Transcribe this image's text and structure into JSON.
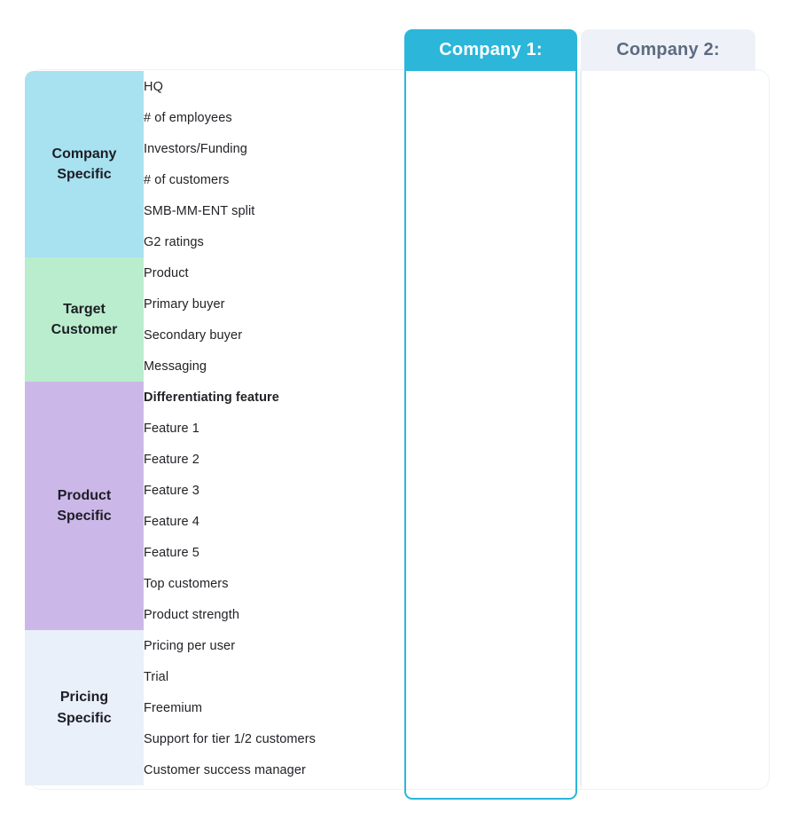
{
  "columns": {
    "company_1": {
      "label": "Company 1:",
      "accent": "#2bb6da",
      "text_color": "#ffffff",
      "selected": true
    },
    "company_2": {
      "label": "Company 2:",
      "accent": "#eef2f8",
      "text_color": "#5d6b82",
      "selected": false
    }
  },
  "sections": [
    {
      "key": "company-specific",
      "category": "Company\nSpecific",
      "accent": "#a8e1ef",
      "divider": "#5cc4e0",
      "rows": [
        {
          "label": "HQ",
          "company_1": "",
          "company_2": "",
          "highlight": false
        },
        {
          "label": "# of employees",
          "company_1": "",
          "company_2": "",
          "highlight": false
        },
        {
          "label": "Investors/Funding",
          "company_1": "",
          "company_2": "",
          "highlight": false
        },
        {
          "label": "# of customers",
          "company_1": "",
          "company_2": "",
          "highlight": false
        },
        {
          "label": "SMB-MM-ENT split",
          "company_1": "",
          "company_2": "",
          "highlight": false
        },
        {
          "label": "G2 ratings",
          "company_1": "",
          "company_2": "",
          "highlight": false
        }
      ]
    },
    {
      "key": "target-customer",
      "category": "Target\nCustomer",
      "accent": "#baedcd",
      "divider": "#55cf92",
      "rows": [
        {
          "label": "Product",
          "company_1": "",
          "company_2": "",
          "highlight": false
        },
        {
          "label": "Primary buyer",
          "company_1": "",
          "company_2": "",
          "highlight": false
        },
        {
          "label": "Secondary buyer",
          "company_1": "",
          "company_2": "",
          "highlight": false
        },
        {
          "label": "Messaging",
          "company_1": "",
          "company_2": "",
          "highlight": false
        }
      ]
    },
    {
      "key": "product-specific",
      "category": "Product\nSpecific",
      "accent": "#ccb8e8",
      "divider": "#7b5fb8",
      "rows": [
        {
          "label": "Differentiating feature",
          "company_1": "",
          "company_2": "",
          "highlight": true
        },
        {
          "label": "Feature 1",
          "company_1": "",
          "company_2": "",
          "highlight": false
        },
        {
          "label": "Feature 2",
          "company_1": "",
          "company_2": "",
          "highlight": false
        },
        {
          "label": "Feature 3",
          "company_1": "",
          "company_2": "",
          "highlight": false
        },
        {
          "label": "Feature 4",
          "company_1": "",
          "company_2": "",
          "highlight": false
        },
        {
          "label": "Feature 5",
          "company_1": "",
          "company_2": "",
          "highlight": false
        },
        {
          "label": "Top customers",
          "company_1": "",
          "company_2": "",
          "highlight": false
        },
        {
          "label": "Product strength",
          "company_1": "",
          "company_2": "",
          "highlight": false
        }
      ]
    },
    {
      "key": "pricing-specific",
      "category": "Pricing\nSpecific",
      "accent": "#eaf0f9",
      "divider": "",
      "rows": [
        {
          "label": "Pricing per user",
          "company_1": "",
          "company_2": "",
          "highlight": false
        },
        {
          "label": "Trial",
          "company_1": "",
          "company_2": "",
          "highlight": false
        },
        {
          "label": "Freemium",
          "company_1": "",
          "company_2": "",
          "highlight": false
        },
        {
          "label": "Support for tier 1/2 customers",
          "company_1": "",
          "company_2": "",
          "highlight": false
        },
        {
          "label": "Customer success manager",
          "company_1": "",
          "company_2": "",
          "highlight": false
        }
      ]
    }
  ]
}
